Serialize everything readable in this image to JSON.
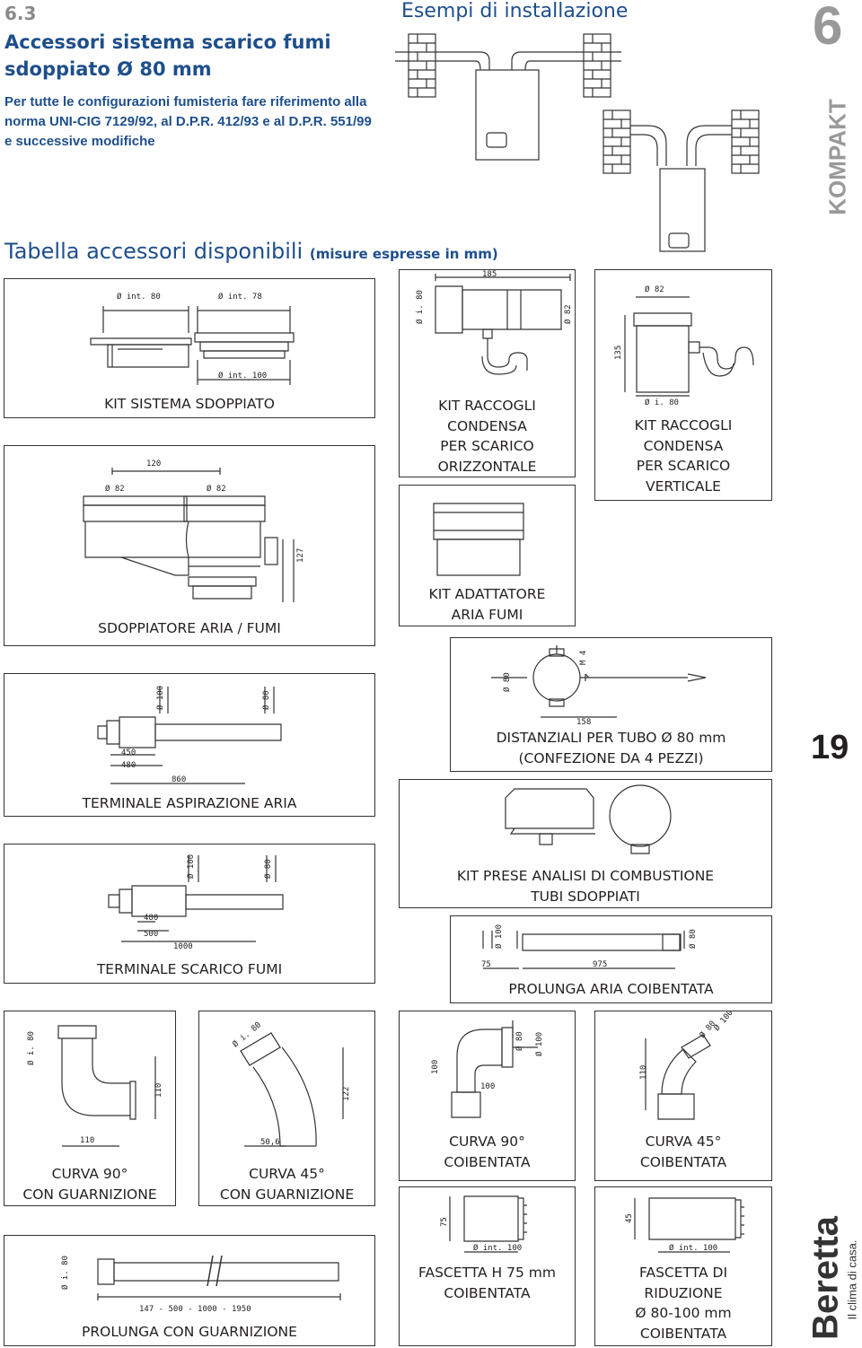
{
  "header": {
    "section_number": "6.3",
    "section_title": "Accessori sistema scarico fumi sdoppiato Ø 80 mm",
    "note": "Per tutte le configurazioni fumisteria fare riferimento alla norma UNI-CIG 7129/92, al D.P.R. 412/93 e al D.P.R. 551/99 e successive modifiche",
    "examples_title": "Esempi di installazione",
    "chapter_number": "6",
    "series_name": "KOMPAKT",
    "page_number": "19"
  },
  "table": {
    "title": "Tabella accessori disponibili",
    "subtitle": "(misure espresse in mm)"
  },
  "items": {
    "kit_sistema": {
      "label": "KIT SISTEMA SDOPPIATO",
      "dims": [
        "Ø int. 80",
        "Ø int. 78",
        "Ø int. 100"
      ]
    },
    "kit_raccogli_orizz": {
      "label": "KIT RACCOGLI\nCONDENSA\nPER SCARICO\nORIZZONTALE",
      "dims": [
        "185",
        "Ø i. 80",
        "Ø 82"
      ]
    },
    "kit_raccogli_vert": {
      "label": "KIT RACCOGLI\nCONDENSA\nPER SCARICO\nVERTICALE",
      "dims": [
        "Ø 82",
        "135",
        "Ø i. 80"
      ]
    },
    "sdoppiatore": {
      "label": "SDOPPIATORE ARIA / FUMI",
      "dims": [
        "120",
        "Ø 82",
        "Ø 82",
        "127"
      ]
    },
    "kit_adattatore": {
      "label": "KIT ADATTATORE\nARIA FUMI"
    },
    "distanziali": {
      "label": "DISTANZIALI PER TUBO Ø 80 mm\n(CONFEZIONE DA 4 PEZZI)",
      "dims": [
        "Ø 80",
        "M 4",
        "158"
      ]
    },
    "terminale_aspirazione": {
      "label": "TERMINALE ASPIRAZIONE ARIA",
      "dims": [
        "Ø 100",
        "Ø 80",
        "450",
        "480",
        "860"
      ]
    },
    "kit_prese": {
      "label": "KIT PRESE ANALISI DI COMBUSTIONE\nTUBI SDOPPIATI"
    },
    "terminale_scarico": {
      "label": "TERMINALE SCARICO FUMI",
      "dims": [
        "Ø 100",
        "Ø 80",
        "480",
        "500",
        "1000"
      ]
    },
    "prolunga_aria": {
      "label": "PROLUNGA ARIA COIBENTATA",
      "dims": [
        "Ø 100",
        "Ø 80",
        "75",
        "975"
      ]
    },
    "curva90": {
      "label": "CURVA  90°\nCON GUARNIZIONE",
      "dims": [
        "Ø i. 80",
        "110",
        "110"
      ]
    },
    "curva45": {
      "label": "CURVA  45°\nCON GUARNIZIONE",
      "dims": [
        "Ø i. 80",
        "122",
        "50,6"
      ]
    },
    "curva90_coib": {
      "label": "CURVA  90°\nCOIBENTATA",
      "dims": [
        "100",
        "Ø 80",
        "Ø 100",
        "100"
      ]
    },
    "curva45_coib": {
      "label": "CURVA  45°\nCOIBENTATA",
      "dims": [
        "110",
        "Ø 80",
        "Ø 100"
      ]
    },
    "prolunga_guarnizione": {
      "label": "PROLUNGA CON GUARNIZIONE",
      "dims": [
        "Ø i. 80",
        "147 - 500 - 1000 - 1950"
      ]
    },
    "fascetta_h75": {
      "label": "FASCETTA H 75 mm\nCOIBENTATA",
      "dims": [
        "75",
        "Ø int. 100"
      ]
    },
    "fascetta_riduzione": {
      "label": "FASCETTA DI\nRIDUZIONE\nØ 80-100 mm\nCOIBENTATA",
      "dims": [
        "45",
        "Ø int. 100"
      ]
    }
  },
  "logo": {
    "brand": "Beretta",
    "tagline": "Il clima di casa."
  },
  "colors": {
    "heading_blue": "#1e4f8c",
    "gray": "#999999",
    "line": "#333333"
  }
}
